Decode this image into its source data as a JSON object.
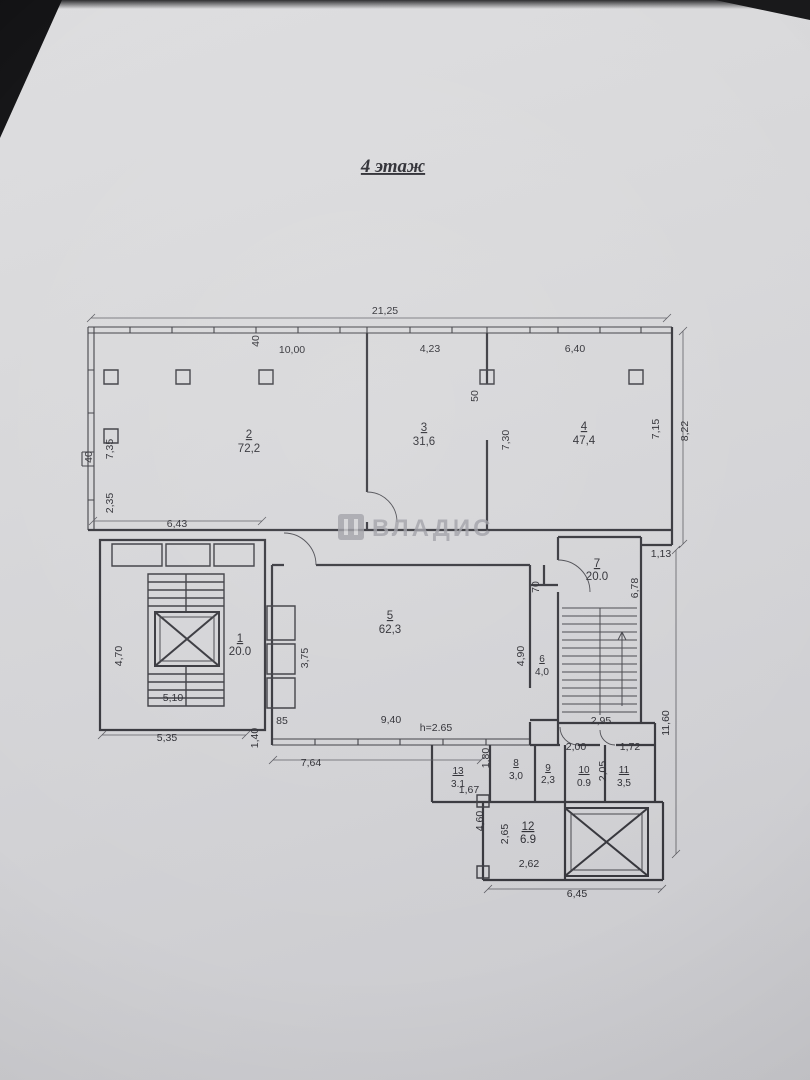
{
  "title": "4 этаж",
  "watermark": "ВЛАДИС",
  "rooms": {
    "r1": {
      "n": "1",
      "a": "20.0"
    },
    "r2": {
      "n": "2",
      "a": "72,2"
    },
    "r3": {
      "n": "3",
      "a": "31,6"
    },
    "r4": {
      "n": "4",
      "a": "47,4"
    },
    "r5": {
      "n": "5",
      "a": "62,3"
    },
    "r6": {
      "n": "6",
      "a": "4,0"
    },
    "r7": {
      "n": "7",
      "a": "20.0"
    },
    "r8": {
      "n": "8",
      "a": "3,0"
    },
    "r9": {
      "n": "9",
      "a": "2,3"
    },
    "r10": {
      "n": "10",
      "a": "0.9"
    },
    "r11": {
      "n": "11",
      "a": "3,5"
    },
    "r12": {
      "n": "12",
      "a": "6.9"
    },
    "r13": {
      "n": "13",
      "a": "3.1"
    }
  },
  "dims": {
    "top_total": "21,25",
    "top_seg40": "40",
    "room2_w": "10,00",
    "room3_w": "4,23",
    "stub_50": "50",
    "room4_w": "6,40",
    "right_total": "8,22",
    "room4_h": "7,15",
    "room3_h": "7,30",
    "room2_h": "7,35",
    "left_seg40": "40",
    "left_235": "2,35",
    "left_643": "6,43",
    "step_113": "1,13",
    "stair_678": "6,78",
    "stub_70": "70",
    "room1_h": "4,70",
    "shaft_375": "3,75",
    "room6_h": "4,90",
    "room1_w": "5,10",
    "seg_85": "85",
    "room5_w": "9,40",
    "height_note": "h=2.65",
    "stair_295": "2,95",
    "right_1160": "11,60",
    "block1_w": "5,35",
    "seg_140": "1,40",
    "bottom_764": "7,64",
    "seg_180": "1,80",
    "seg_200": "2,00",
    "seg_172": "1,72",
    "seg_205": "2,05",
    "seg_167": "1,67",
    "seg_460": "4,60",
    "seg_265": "2,65",
    "seg_262": "2,62",
    "bottom_645": "6,45"
  }
}
